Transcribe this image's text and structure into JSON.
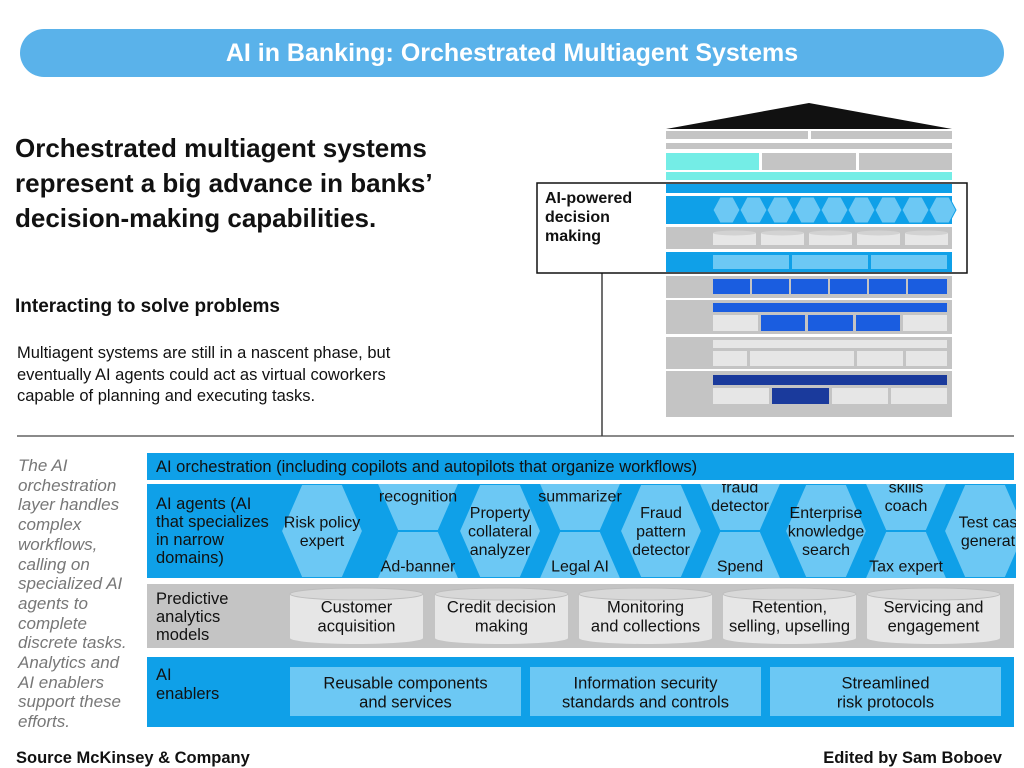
{
  "banner": {
    "title": "AI in Banking: Orchestrated Multiagent Systems"
  },
  "intro": {
    "headline": "Orchestrated multiagent systems represent a big advance in banks’ decision-making capabilities.",
    "subheading": "Interacting to solve problems",
    "body": "Multiagent systems are still in a nascent phase, but eventually AI agents could act as virtual coworkers capable of planning and executing tasks."
  },
  "callout": {
    "lines": [
      "AI-powered",
      "decision",
      "making"
    ]
  },
  "side_note": "The AI orchestration layer handles complex workflows, calling on specialized AI agents to complete discrete tasks. Analytics and AI enablers support these efforts.",
  "layers": {
    "orchestration": {
      "label": "AI orchestration (including copilots and autopilots that organize workflows)"
    },
    "agents": {
      "label_lines": [
        "AI agents (AI",
        "that specializes",
        "in narrow",
        "domains)"
      ],
      "items": [
        {
          "lines": [
            "Risk policy",
            "expert"
          ]
        },
        {
          "lines": [
            "recognition"
          ]
        },
        {
          "lines": [
            "Ad-banner"
          ]
        },
        {
          "lines": [
            "Property",
            "collateral",
            "analyzer"
          ]
        },
        {
          "lines": [
            "summarizer"
          ]
        },
        {
          "lines": [
            "Legal AI"
          ]
        },
        {
          "lines": [
            "Fraud",
            "pattern",
            "detector"
          ]
        },
        {
          "lines": [
            "fraud",
            "detector"
          ]
        },
        {
          "lines": [
            "Spend"
          ]
        },
        {
          "lines": [
            "Enterprise",
            "knowledge",
            "search"
          ]
        },
        {
          "lines": [
            "skills",
            "coach"
          ]
        },
        {
          "lines": [
            "Tax expert"
          ]
        },
        {
          "lines": [
            "Test cas",
            "generat"
          ]
        }
      ]
    },
    "predictive": {
      "label_lines": [
        "Predictive",
        "analytics",
        "models"
      ],
      "items": [
        {
          "lines": [
            "Customer",
            "acquisition"
          ]
        },
        {
          "lines": [
            "Credit decision",
            "making"
          ]
        },
        {
          "lines": [
            "Monitoring",
            "and collections"
          ]
        },
        {
          "lines": [
            "Retention,",
            "selling, upselling"
          ]
        },
        {
          "lines": [
            "Servicing and",
            "engagement"
          ]
        }
      ]
    },
    "enablers": {
      "label_lines": [
        "AI",
        "enablers"
      ],
      "items": [
        {
          "lines": [
            "Reusable components",
            "and services"
          ]
        },
        {
          "lines": [
            "Information security",
            "standards and controls"
          ]
        },
        {
          "lines": [
            "Streamlined",
            "risk protocols"
          ]
        }
      ]
    }
  },
  "footer": {
    "source": "Source McKinsey & Company",
    "editor": "Edited by Sam Boboev"
  },
  "colors": {
    "banner": "#5ab2ea",
    "orchestration": "#0fa0e8",
    "agents_bg": "#0fa0e8",
    "hexagon": "#6cc8f4",
    "predictive_bg": "#c4c4c4",
    "cylinder": "#e6e6e6",
    "enablers_bg": "#0fa0e8",
    "enabler_box": "#6cc8f4",
    "navy": "#1a3a9c",
    "mint": "#74ede6"
  }
}
